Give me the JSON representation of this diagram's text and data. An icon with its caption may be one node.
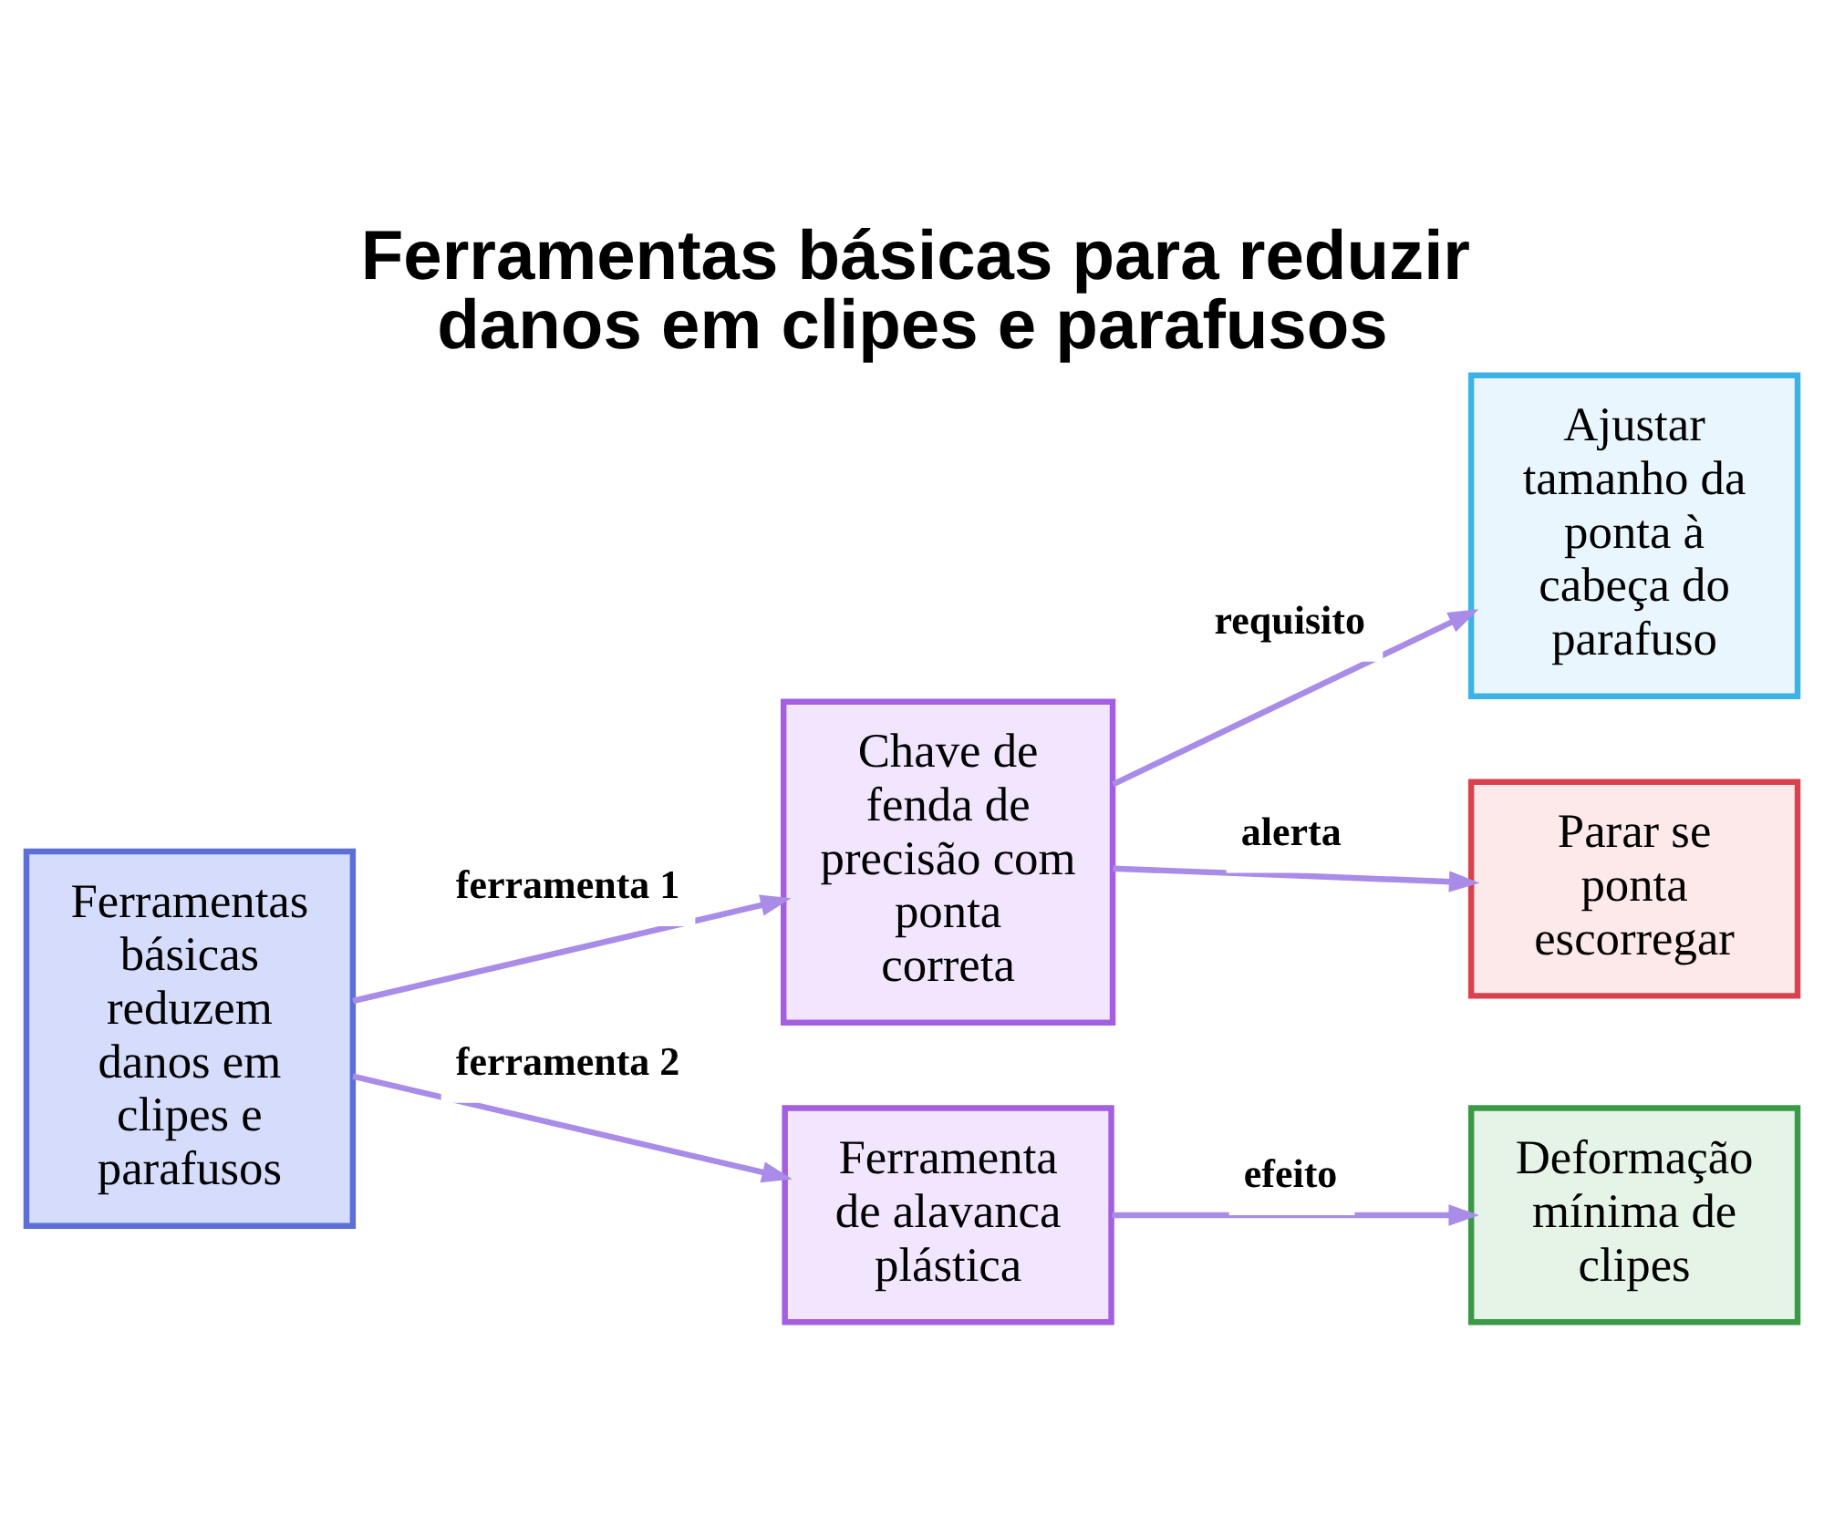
{
  "diagram": {
    "title": "Ferramentas básicas para reduzir danos em clipes e parafusos",
    "nodes": [
      {
        "text": [
          "Ferramentas básicas reduzem danos em clipes e parafusos"
        ]
      },
      {
        "text": [
          "Chave de fenda de precisão com ponta correta"
        ]
      },
      {
        "text": [
          "Ferramenta de alavanca plástica"
        ]
      },
      {
        "text": [
          "Ajustar tamanho da ponta à cabeça do parafuso"
        ]
      },
      {
        "text": [
          "Parar se ponta escorregar"
        ]
      },
      {
        "text": [
          "Deformação mínima de clipes"
        ]
      }
    ],
    "edges": [
      {
        "from": 0,
        "to": 1,
        "arrow": "to",
        "label": "ferramenta 1"
      },
      {
        "from": 0,
        "to": 2,
        "arrow": "to",
        "label": "ferramenta 2"
      },
      {
        "from": 1,
        "to": 3,
        "arrow": "to",
        "label": "requisito"
      },
      {
        "from": 1,
        "to": 4,
        "arrow": "to",
        "label": "alerta"
      },
      {
        "from": 2,
        "to": 5,
        "arrow": "to",
        "label": "efeito"
      }
    ]
  }
}
